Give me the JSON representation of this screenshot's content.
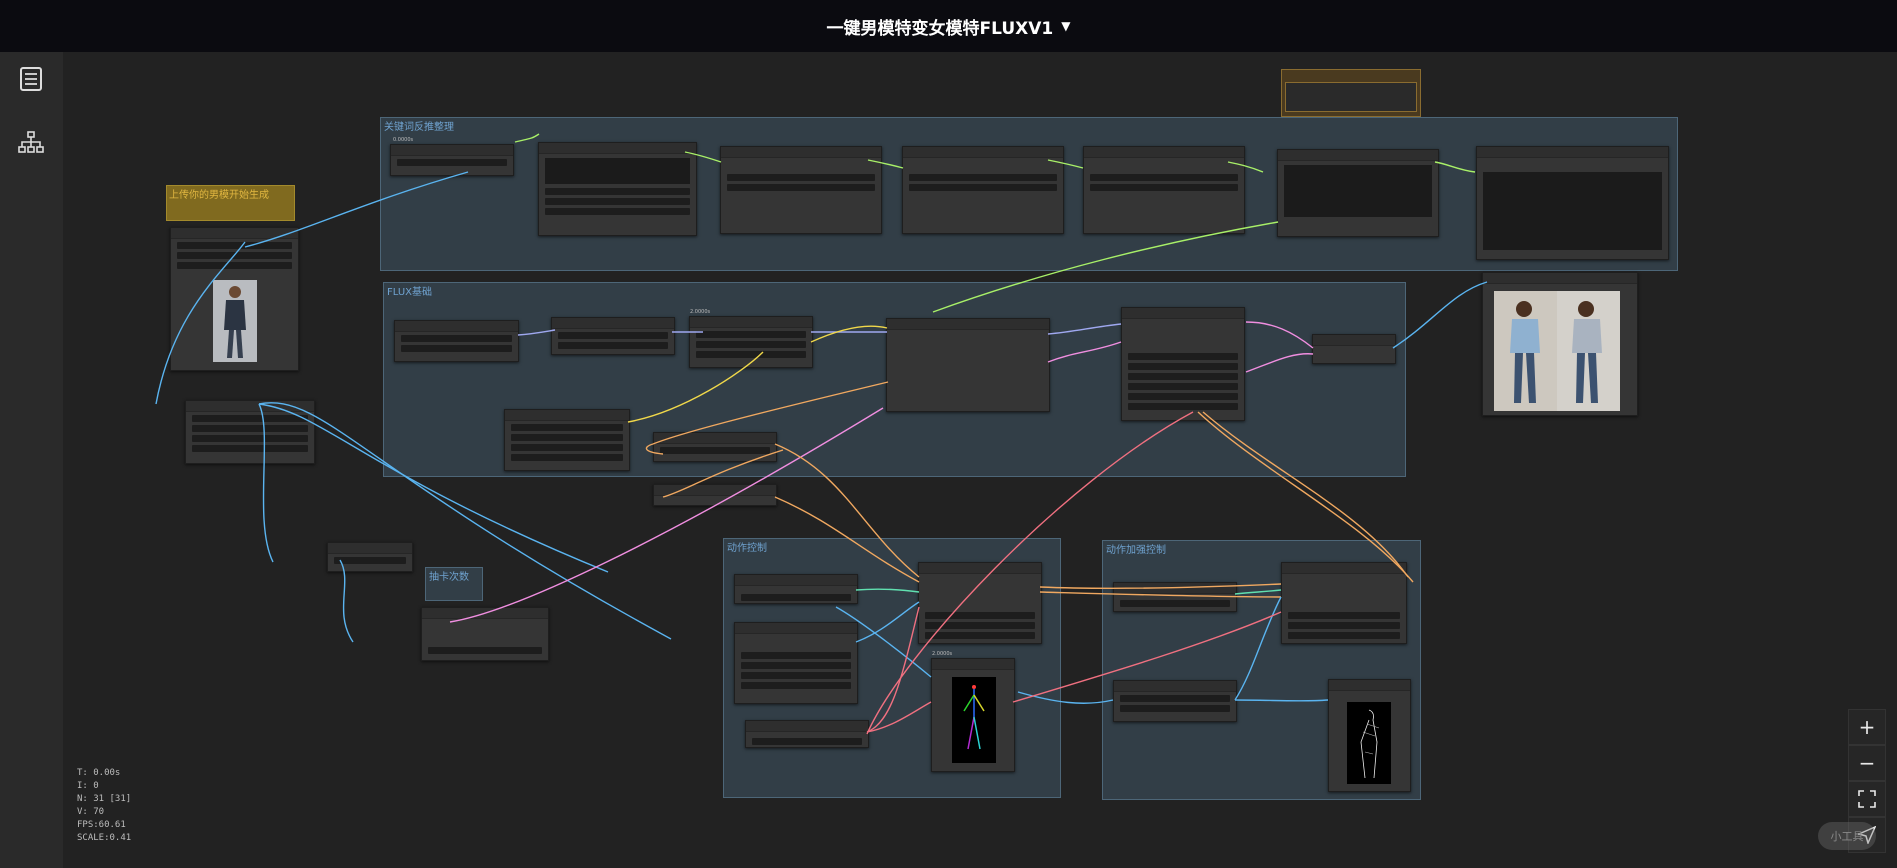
{
  "header": {
    "title": "一键男模特变女模特FLUXV1",
    "caret_icon": "caret-down-icon"
  },
  "sidebar": {
    "items": [
      {
        "icon": "document-list-icon"
      },
      {
        "icon": "node-tree-icon"
      }
    ]
  },
  "groups": {
    "g1": "关键词反推整理",
    "g2": "FLUX基础",
    "g3": "动作控制",
    "g4": "动作加强控制",
    "g5": "抽卡次数"
  },
  "notes": {
    "upload": "上传你的男模开始生成"
  },
  "node_labels": {
    "n_prompt_small": "0.0000s",
    "n_flux_time": "2.0000s",
    "n_pose_time": "2.0000s"
  },
  "stats": {
    "t": "T: 0.00s",
    "i": "I: 0",
    "n": "N: 31 [31]",
    "v": "V: 70",
    "fps": "FPS:60.61",
    "scale": "SCALE:0.41"
  },
  "zoom_controls": {
    "zoom_in": "+",
    "zoom_out": "−"
  },
  "watermark": "小工具"
}
